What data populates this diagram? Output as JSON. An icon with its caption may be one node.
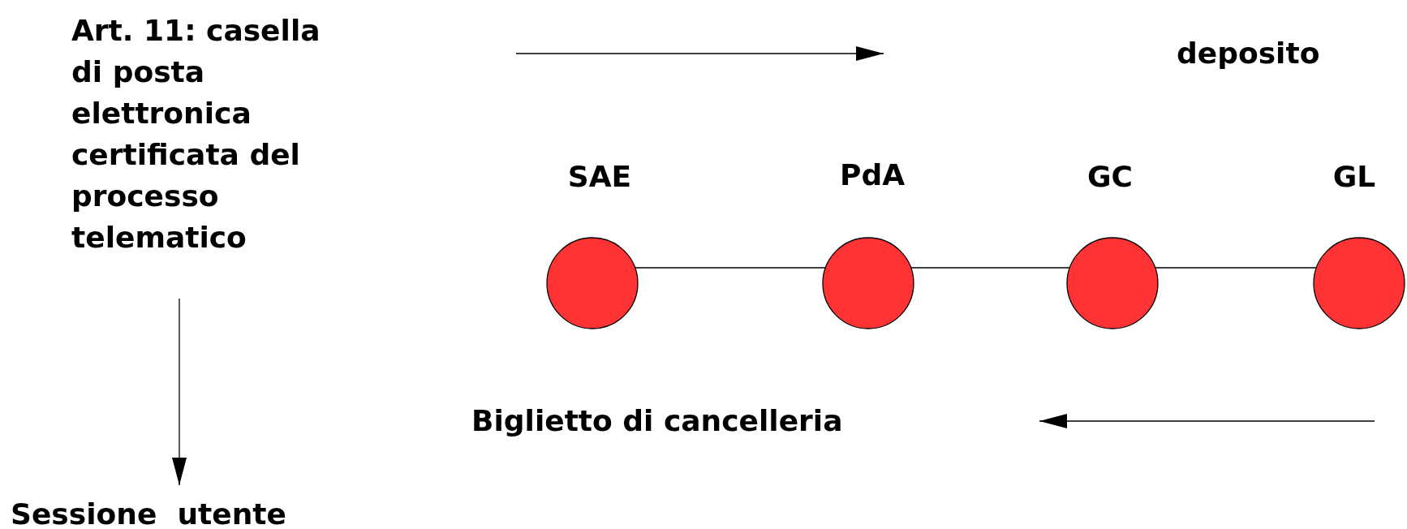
{
  "diagram": {
    "nodes": [
      {
        "text": [
          "Art. 11: casella di posta elettronica certificata del processo telematico"
        ]
      },
      {
        "text": [
          "Sessione  utente"
        ]
      },
      {
        "text": [],
        "shape": "circle",
        "beside": [
          "SAE"
        ]
      },
      {
        "text": [],
        "shape": "circle",
        "beside": [
          "PdA"
        ]
      },
      {
        "text": [],
        "shape": "circle",
        "beside": [
          "GC"
        ]
      },
      {
        "text": [],
        "shape": "circle",
        "beside": [
          "GL"
        ]
      }
    ],
    "edges": [
      {
        "from": 0,
        "to": 1,
        "arrow": "to"
      },
      {
        "from": 2,
        "to": 3,
        "arrow": "none"
      },
      {
        "from": 3,
        "to": 4,
        "arrow": "none"
      },
      {
        "from": 4,
        "to": 5,
        "arrow": "none"
      }
    ],
    "labels": [
      "deposito",
      "Biglietto di cancelleria"
    ]
  }
}
